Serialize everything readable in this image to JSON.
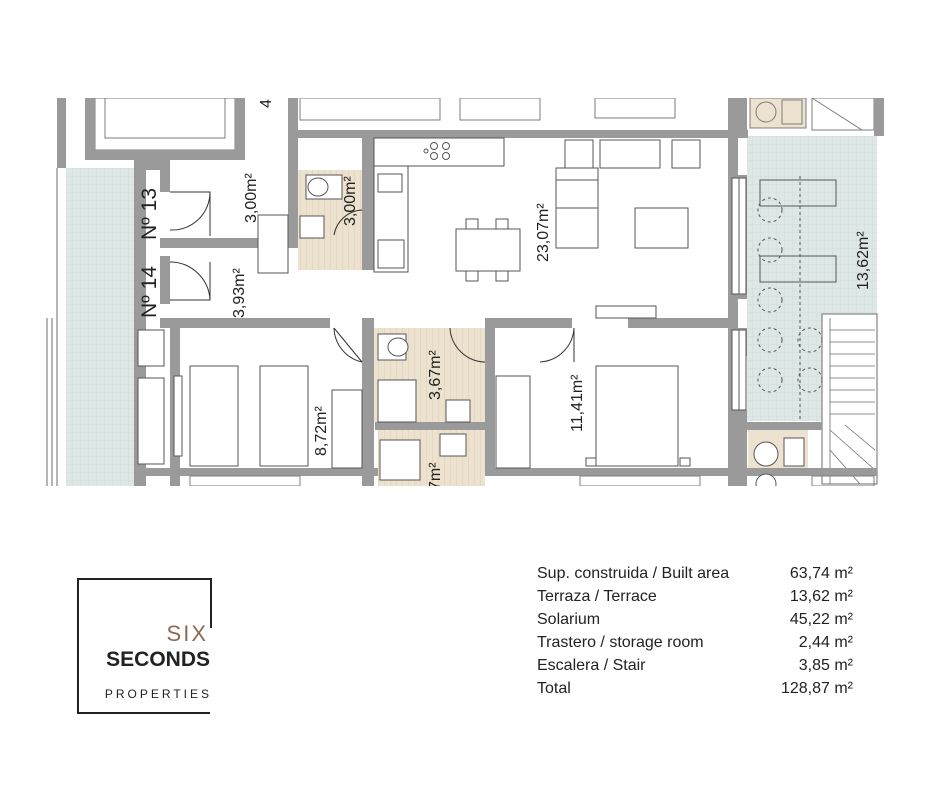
{
  "plan": {
    "unit_labels": {
      "unit_13": "Nº 13",
      "unit_14": "Nº 14",
      "corner_digit": "4"
    },
    "room_areas": {
      "hall_upper": "3,00m²",
      "bath_small": "3,00m²",
      "living_kitchen": "23,07m²",
      "hall_lower": "3,93m²",
      "bathroom": "3,67m²",
      "bedroom_twin": "8,72m²",
      "bedroom_main": "11,41m²",
      "terrace": "13,62m²",
      "lower_cut": "7m²"
    }
  },
  "areas": {
    "rows": [
      {
        "label": "Sup. construida / Built area",
        "value": "63,74 m²"
      },
      {
        "label": "Terraza / Terrace",
        "value": "13,62 m²"
      },
      {
        "label": "Solarium",
        "value": "45,22 m²"
      },
      {
        "label": "Trastero / storage room",
        "value": "2,44 m²"
      },
      {
        "label": "Escalera / Stair",
        "value": "3,85 m²"
      },
      {
        "label": "Total",
        "value": "128,87 m²"
      }
    ]
  },
  "logo": {
    "six": "SIX",
    "seconds": "SECONDS",
    "properties": "PROPERTIES"
  },
  "colors": {
    "wall": "#9a9a9a",
    "wall_dark": "#7d7d7d",
    "terrace_tile": "#dde7e6",
    "bath_floor": "#e8dcc7",
    "brand_brown": "#8c6a52",
    "ink": "#222222"
  }
}
